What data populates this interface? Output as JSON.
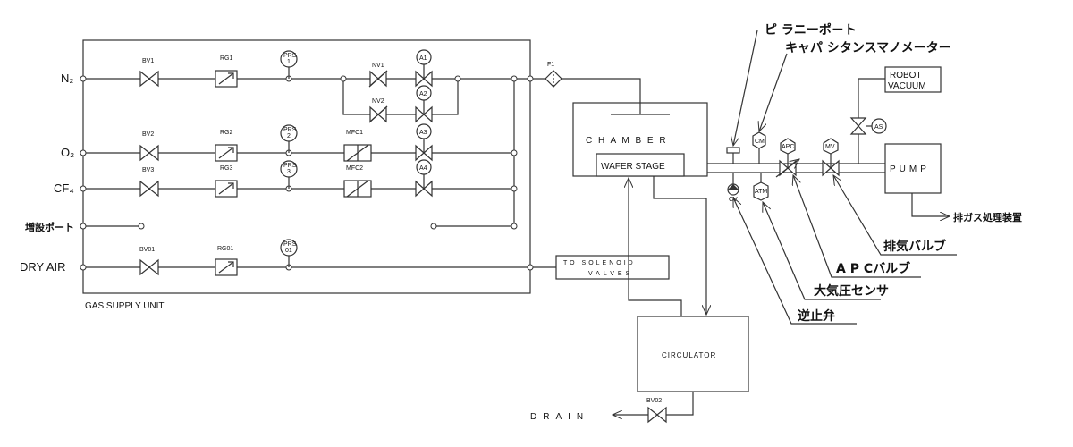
{
  "gas_lines": {
    "n2": "N₂",
    "o2": "O₂",
    "cf4": "CF₄",
    "port": "増設ポート",
    "dry_air": "DRY AIR"
  },
  "unit_label": "GAS SUPPLY UNIT",
  "valves": {
    "bv1": "BV1",
    "bv2": "BV2",
    "bv3": "BV3",
    "bv01": "BV01",
    "bv02": "BV02",
    "nv1": "NV1",
    "nv2": "NV2",
    "a1": "A1",
    "a2": "A2",
    "a3": "A3",
    "a4": "A4",
    "as": "AS",
    "apc": "APC",
    "mv": "MV",
    "cv": "CV"
  },
  "regulators": {
    "rg1": "RG1",
    "rg2": "RG2",
    "rg3": "RG3",
    "rg01": "RG01"
  },
  "pressure_sensors": {
    "prs1": [
      "PRS",
      "1"
    ],
    "prs2": [
      "PRS",
      "2"
    ],
    "prs3": [
      "PRS",
      "3"
    ],
    "prs01": [
      "PRS",
      "01"
    ]
  },
  "mfcs": {
    "mfc1": "MFC1",
    "mfc2": "MFC2"
  },
  "filter": "F1",
  "gauges": {
    "cm": "CM",
    "atm": "ATM"
  },
  "boxes": {
    "chamber": "C H A M B E R",
    "wafer_stage": "WAFER STAGE",
    "solenoid": [
      "TO SOLENOID",
      "VALVES"
    ],
    "robot_vacuum": [
      "ROBOT",
      "VACUUM"
    ],
    "pump": "PUMP",
    "circulator": "CIRCULATOR"
  },
  "outputs": {
    "drain": "DRAIN",
    "exhaust": "排ガス処理装置"
  },
  "callouts": {
    "pirani": "ピ ラニーポ－ト",
    "capacitance": "キャパ シタンスマノメーター",
    "exhaust_valve": "排気バルブ",
    "apc_valve": "A P Cバルブ",
    "atm_sensor": "大気圧センサ",
    "check_valve": "逆止弁"
  }
}
